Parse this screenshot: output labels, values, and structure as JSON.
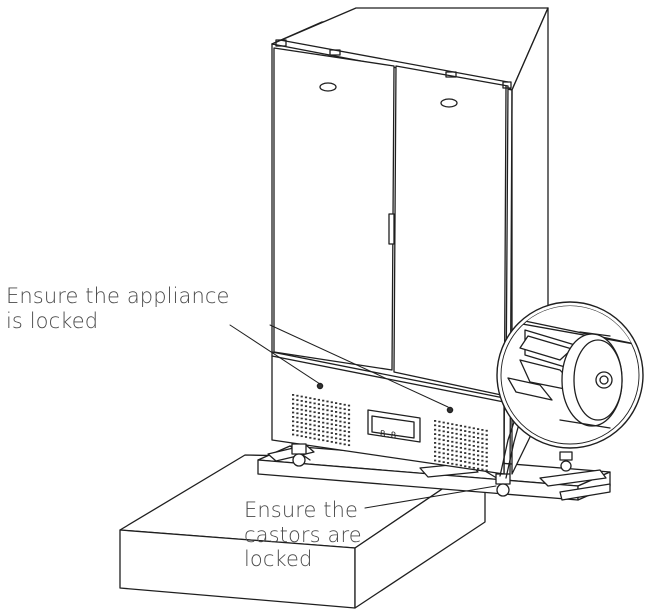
{
  "labels": {
    "appliance_lock": [
      "Ensure the appliance",
      "is locked"
    ],
    "castor_lock": [
      "Ensure the",
      "castors are",
      "locked"
    ]
  },
  "colors": {
    "line": "#1f1f1f",
    "text": "#4a4a4a",
    "fill": "#ffffff",
    "vent_dot": "#333333"
  },
  "icons": {
    "brand_badge": "oval-logo-badge",
    "display": "digital-temperature-display",
    "castor": "caster-wheel-with-brake"
  }
}
